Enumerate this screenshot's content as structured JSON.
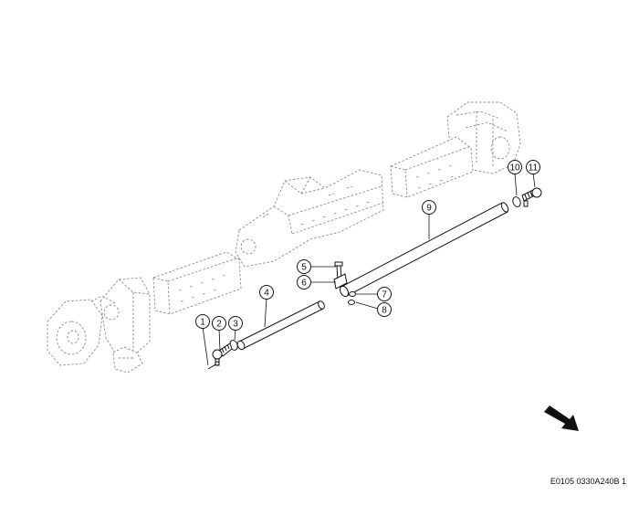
{
  "figure_code": "E0105 0330A240B 1",
  "callouts": [
    "1",
    "2",
    "3",
    "4",
    "5",
    "6",
    "7",
    "8",
    "9",
    "10",
    "11"
  ],
  "colors": {
    "line": "#111111",
    "phantom": "#8a8a8a",
    "background": "#ffffff"
  },
  "icons": {
    "direction": "forward-arrow-icon"
  }
}
